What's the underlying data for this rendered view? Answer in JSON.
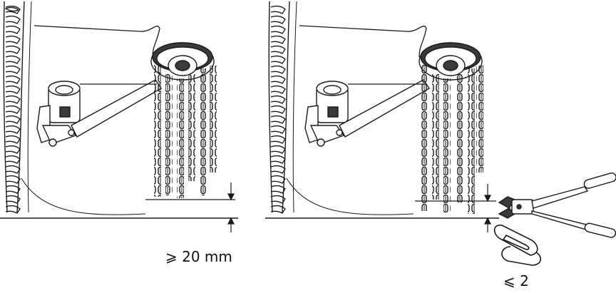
{
  "labels": {
    "min_clearance": "⩾ 20 mm",
    "max_link_remainder": "⩽ 2"
  },
  "colors": {
    "line": "#1a1a1a",
    "fill": "#ffffff",
    "shade": "#3a3a3a"
  },
  "panels": [
    {
      "name": "chain-length-check",
      "chain_strands": 6
    },
    {
      "name": "chain-trimming",
      "chain_strands": 6
    }
  ],
  "icons": [
    "tire-tread",
    "chain-hub",
    "mounting-bracket",
    "bolt-cutter-icon",
    "chain-link-icon",
    "dimension-arrow-icon"
  ]
}
